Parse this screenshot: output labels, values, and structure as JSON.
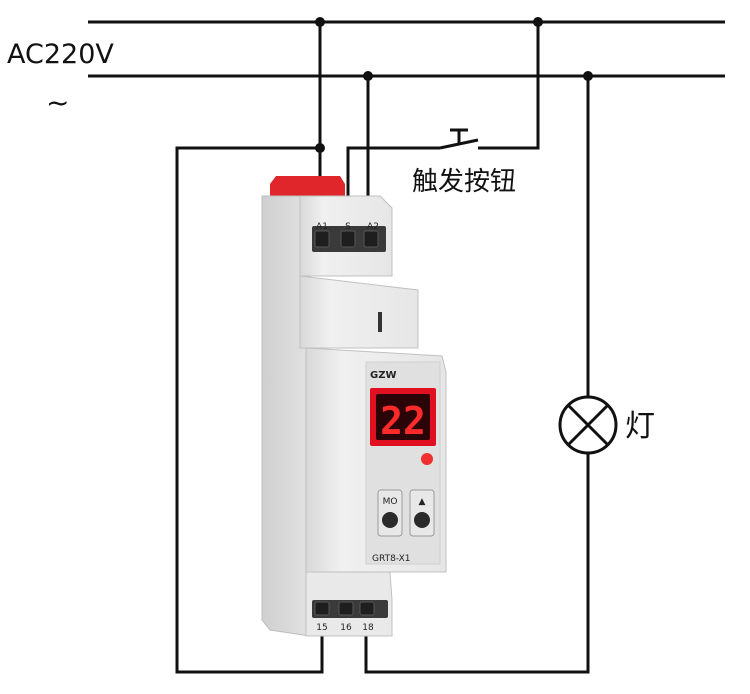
{
  "supply": {
    "label": "AC220V",
    "symbol": "~"
  },
  "button": {
    "label": "触发按钮"
  },
  "lamp": {
    "label": "灯"
  },
  "relay": {
    "brand": "GZW",
    "model": "GRT8-X1",
    "display_value": "22",
    "display_color": "#e01020",
    "btn_mode": "MO",
    "btn_up": "▲",
    "top_terminals": [
      "A1",
      "S",
      "A2"
    ],
    "bottom_terminals": [
      "15",
      "16",
      "18"
    ],
    "latch_color": "#e0252b"
  }
}
